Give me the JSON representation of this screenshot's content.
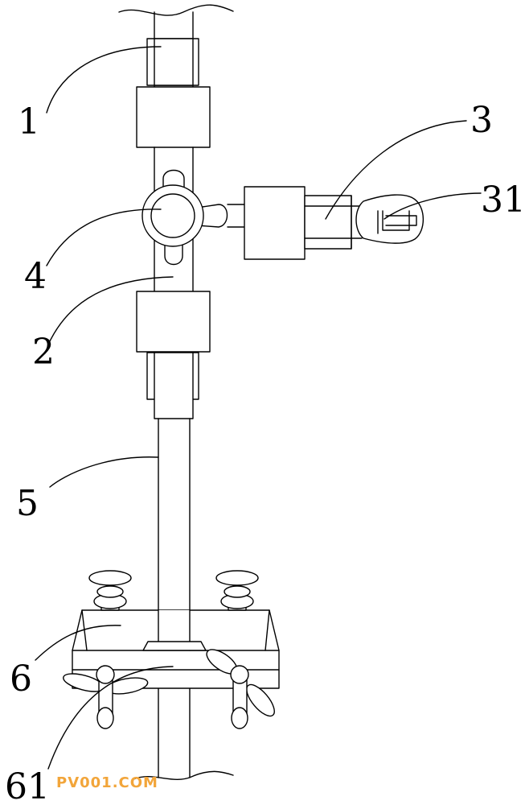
{
  "labels": {
    "l1": "1",
    "l2": "2",
    "l3": "3",
    "l31": "31",
    "l4": "4",
    "l5": "5",
    "l6": "6",
    "l61": "61"
  },
  "watermark": "PV001.COM",
  "colors": {
    "line": "#000000",
    "background": "#ffffff",
    "watermark": "#f2a53a"
  }
}
